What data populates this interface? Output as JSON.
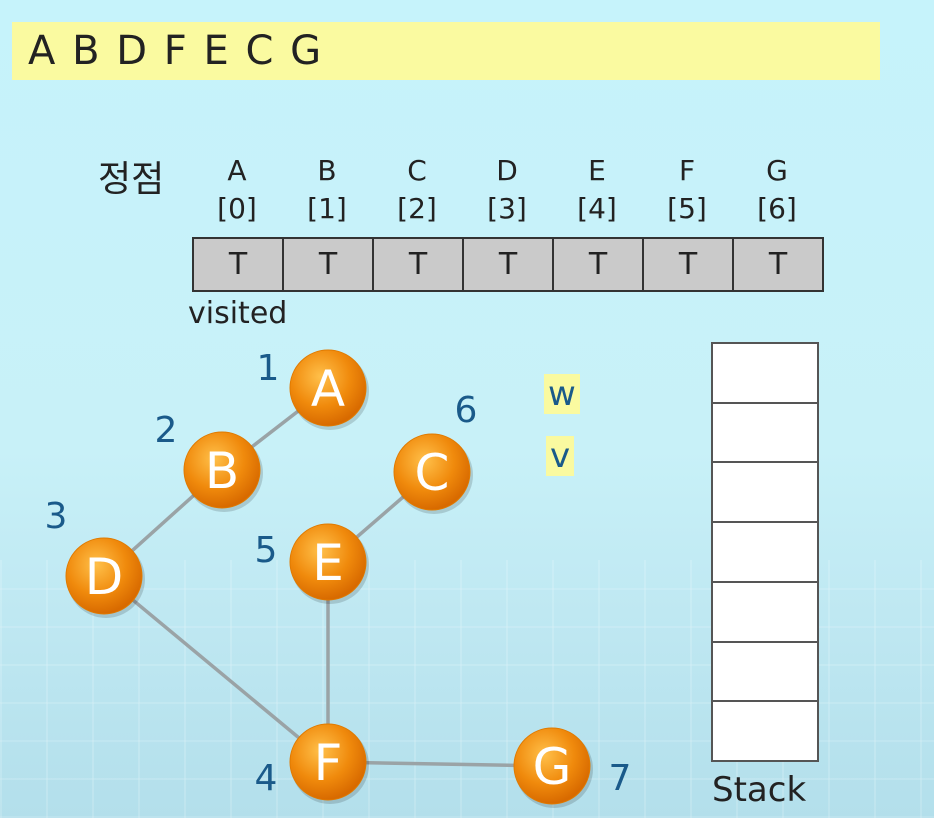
{
  "banner": {
    "traversal": "A B D F E C G"
  },
  "table": {
    "vertex_label": "정점",
    "columns": [
      {
        "name": "A",
        "index": "[0]",
        "value": "T"
      },
      {
        "name": "B",
        "index": "[1]",
        "value": "T"
      },
      {
        "name": "C",
        "index": "[2]",
        "value": "T"
      },
      {
        "name": "D",
        "index": "[3]",
        "value": "T"
      },
      {
        "name": "E",
        "index": "[4]",
        "value": "T"
      },
      {
        "name": "F",
        "index": "[5]",
        "value": "T"
      },
      {
        "name": "G",
        "index": "[6]",
        "value": "T"
      }
    ],
    "row_label": "visited"
  },
  "graph": {
    "nodes": [
      {
        "id": "A",
        "order": "1"
      },
      {
        "id": "B",
        "order": "2"
      },
      {
        "id": "D",
        "order": "3"
      },
      {
        "id": "F",
        "order": "4"
      },
      {
        "id": "E",
        "order": "5"
      },
      {
        "id": "C",
        "order": "6"
      },
      {
        "id": "G",
        "order": "7"
      }
    ],
    "edges": [
      [
        "A",
        "B"
      ],
      [
        "B",
        "D"
      ],
      [
        "D",
        "F"
      ],
      [
        "F",
        "E"
      ],
      [
        "E",
        "C"
      ],
      [
        "F",
        "G"
      ]
    ]
  },
  "pointers": {
    "w": "w",
    "v": "v"
  },
  "stack": {
    "label": "Stack",
    "slots": 7
  },
  "colors": {
    "node_fill": "#f08a0c",
    "banner": "#fafaa0",
    "order_text": "#1a5a8a"
  }
}
